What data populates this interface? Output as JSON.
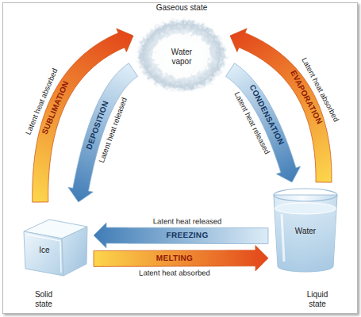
{
  "diagram": {
    "nodes": [
      {
        "text": [
          "Gaseous state",
          "Water vapor"
        ]
      },
      {
        "text": [
          "Ice",
          "Solid state"
        ]
      },
      {
        "text": [
          "Water",
          "Liquid state"
        ]
      }
    ],
    "edges": [
      {
        "from": 1,
        "to": 0,
        "label": "SUBLIMATION",
        "arrow": "to"
      },
      {
        "from": 0,
        "to": 1,
        "label": "DEPOSITION",
        "arrow": "to"
      },
      {
        "from": 2,
        "to": 0,
        "label": "EVAPORATION",
        "arrow": "to"
      },
      {
        "from": 0,
        "to": 2,
        "label": "CONDENSATION",
        "arrow": "to"
      },
      {
        "from": 2,
        "to": 1,
        "label": "FREEZING",
        "arrow": "to"
      },
      {
        "from": 1,
        "to": 2,
        "label": "MELTING",
        "arrow": "to"
      }
    ],
    "labels": [
      "Latent heat absorbed",
      "Latent heat released",
      "Latent heat released",
      "Latent heat absorbed",
      "Latent heat released",
      "Latent heat absorbed"
    ]
  }
}
